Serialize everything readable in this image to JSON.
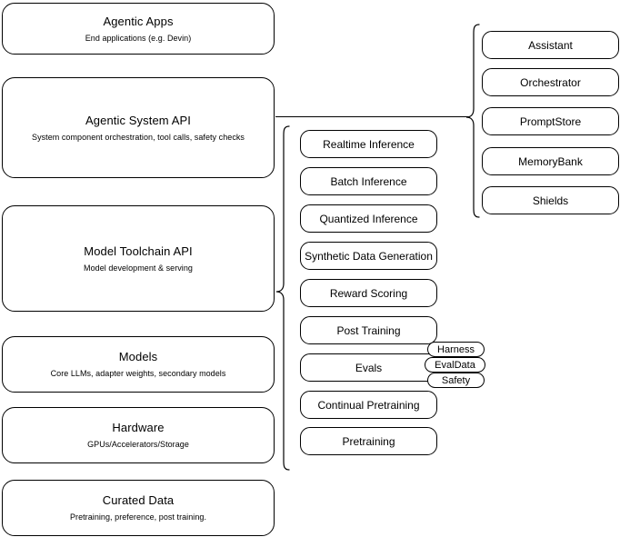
{
  "diagram": {
    "title": "AI stack layered architecture diagram",
    "stroke_color": "#000000",
    "background_color": "#ffffff"
  },
  "left_stack": {
    "name": "platform-layers",
    "layers": [
      {
        "id": "agentic-apps",
        "title": "Agentic Apps",
        "subtitle": "End applications (e.g. Devin)"
      },
      {
        "id": "agentic-system-api",
        "title": "Agentic System API",
        "subtitle": "System component orchestration, tool calls, safety checks"
      },
      {
        "id": "model-toolchain-api",
        "title": "Model Toolchain API",
        "subtitle": "Model development & serving"
      },
      {
        "id": "models",
        "title": "Models",
        "subtitle": "Core LLMs, adapter weights, secondary models"
      },
      {
        "id": "hardware",
        "title": "Hardware",
        "subtitle": "GPUs/Accelerators/Storage"
      },
      {
        "id": "curated-data",
        "title": "Curated Data",
        "subtitle": "Pretraining, preference, post training."
      }
    ]
  },
  "toolchain_capabilities": {
    "name": "model-toolchain-capabilities",
    "items": [
      {
        "id": "realtime-inference",
        "label": "Realtime Inference"
      },
      {
        "id": "batch-inference",
        "label": "Batch Inference"
      },
      {
        "id": "quantized-inference",
        "label": "Quantized Inference"
      },
      {
        "id": "synthetic-data-generation",
        "label": "Synthetic Data Generation"
      },
      {
        "id": "reward-scoring",
        "label": "Reward Scoring"
      },
      {
        "id": "post-training",
        "label": "Post Training"
      },
      {
        "id": "evals",
        "label": "Evals"
      },
      {
        "id": "continual-pretraining",
        "label": "Continual Pretraining"
      },
      {
        "id": "pretraining",
        "label": "Pretraining"
      }
    ]
  },
  "eval_tags": {
    "name": "evals-subcomponents",
    "items": [
      {
        "id": "harness",
        "label": "Harness"
      },
      {
        "id": "evaldata",
        "label": "EvalData"
      },
      {
        "id": "safety",
        "label": "Safety"
      }
    ]
  },
  "agentic_components": {
    "name": "agentic-system-components",
    "items": [
      {
        "id": "assistant",
        "label": "Assistant"
      },
      {
        "id": "orchestrator",
        "label": "Orchestrator"
      },
      {
        "id": "promptstore",
        "label": "PromptStore"
      },
      {
        "id": "memorybank",
        "label": "MemoryBank"
      },
      {
        "id": "shields",
        "label": "Shields"
      }
    ]
  }
}
